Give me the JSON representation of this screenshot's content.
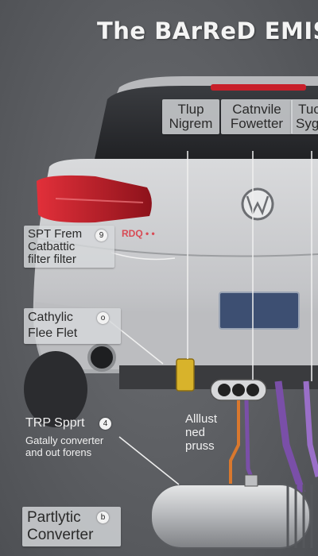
{
  "title": "The BArReD EMIS",
  "top_labels": [
    {
      "line1": "Tlup",
      "line2": "Nigrem"
    },
    {
      "line1": "Catnvile",
      "line2": "Fowetter"
    },
    {
      "line1": "Tuc",
      "line2": "Sygt"
    }
  ],
  "plate_text": "RDQ • •",
  "side_labels": [
    {
      "line1": "SPT Frem",
      "line2": "Catbattic",
      "line3": "filter filter",
      "badge": "9"
    },
    {
      "line1": "Cathylic",
      "line2": "Flee Flet",
      "badge": "o"
    },
    {
      "line1": "TRP Spprt",
      "line2": "Gatally converter",
      "line3": "and out forens",
      "badge": "4"
    },
    {
      "line1": "Partlytic",
      "line2": "Converter",
      "badge": "b"
    }
  ],
  "pipe_label": {
    "line1": "Alllust",
    "line2": "ned",
    "line3": "pruss"
  },
  "colors": {
    "background": "#5e6064",
    "car_body": "#c9cacc",
    "tail_light": "#c81f2a",
    "pipe_orange": "#d9782e",
    "pipe_purple": "#7a4fa8",
    "muffler_yellow": "#d8b32b"
  }
}
